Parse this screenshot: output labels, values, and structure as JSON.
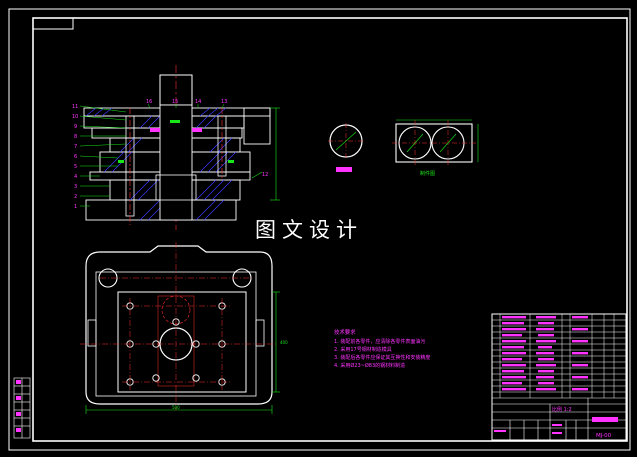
{
  "sheet": {
    "colors": {
      "background": "#000000",
      "frame": "#ffffff",
      "part_outline": "#ffffff",
      "hatch": "#3a3aff",
      "centerline": "#ff2d2d",
      "dimension": "#19e619",
      "label": "#ff33ff",
      "block_text": "#ff33ff",
      "block_cell": "#ffffff"
    }
  },
  "watermark": {
    "text": "图文设计"
  },
  "section_view": {
    "callouts_left": [
      "11",
      "10",
      "9",
      "8",
      "7",
      "6",
      "5",
      "4",
      "3",
      "2",
      "1"
    ],
    "callouts_top": [
      "16",
      "15",
      "14",
      "13"
    ],
    "callout_right": "12"
  },
  "part_views": {
    "caption": "制件图"
  },
  "plan_view": {
    "dims": {
      "width": "500",
      "height": "400"
    }
  },
  "notes": {
    "title": "技术要求",
    "items": [
      "1. 装配前各零件，应清除各零件表面油污",
      "2. 采用17号钢材制造模具",
      "3. 装配后各零件应保证其互换性和安装精度",
      "4. 采用Ø23~Ø83的钢材料制造"
    ]
  },
  "title_block": {
    "scale": "比例 1:2",
    "drawing_no": "MJ-00"
  }
}
